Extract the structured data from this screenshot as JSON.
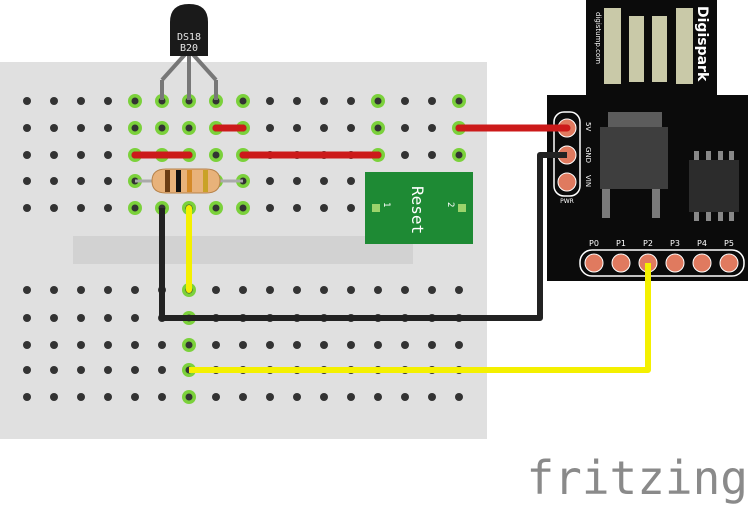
{
  "sensor": {
    "line1": "DS18",
    "line2": "B20"
  },
  "reset_button": {
    "label": "Reset",
    "pin1": "1",
    "pin2": "2"
  },
  "board": {
    "name": "Digispark",
    "brand": "digistump.com",
    "power_pins": [
      "5V",
      "GND",
      "VIN"
    ],
    "power_label": "PWR",
    "io_pins": [
      "P0",
      "P1",
      "P2",
      "P3",
      "P4",
      "P5"
    ]
  },
  "watermark": "fritzing",
  "colors": {
    "breadboard": "#e0e0e0",
    "hole": "#333333",
    "active_hole": "#7bd13b",
    "wire_red": "#cc1a1a",
    "wire_yellow": "#f4f000",
    "wire_black": "#222222",
    "button_pcb": "#1e8a34",
    "board": "#0b0b0b",
    "pin_pad": "#e07a5f"
  },
  "icons": [
    "usb-connector-icon",
    "regulator-icon",
    "chip-icon"
  ]
}
